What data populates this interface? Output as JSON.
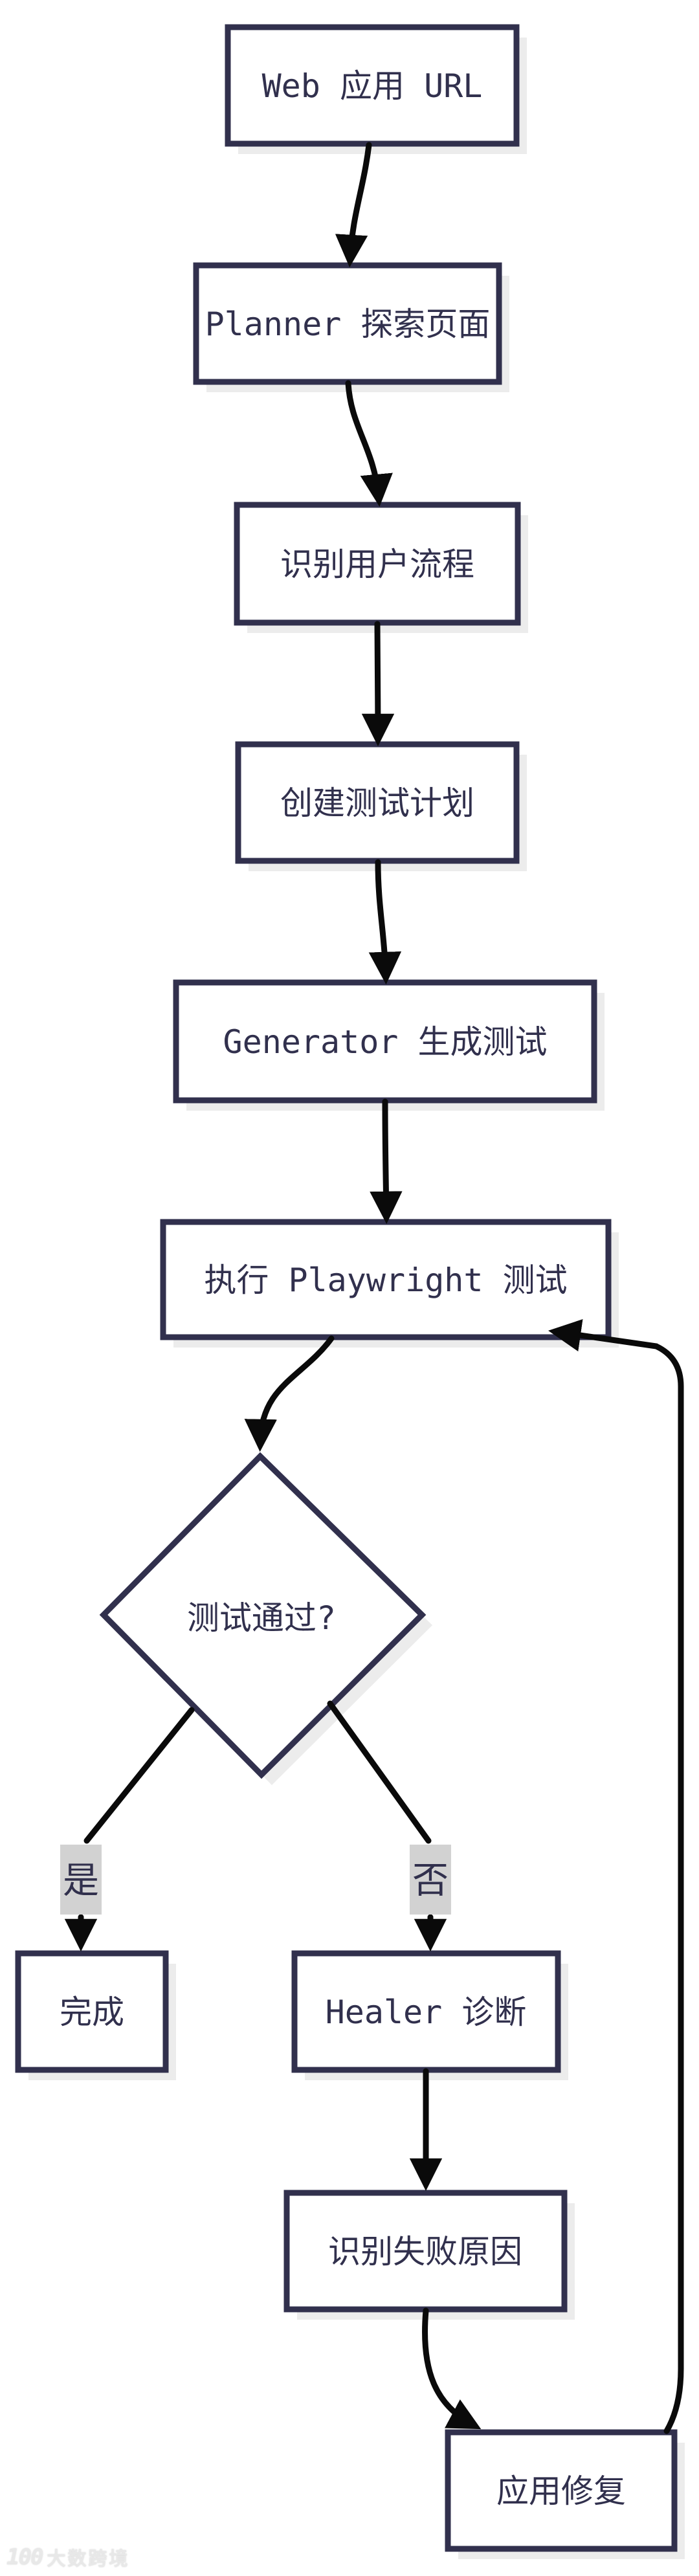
{
  "nodes": [
    {
      "id": "web-app-url",
      "type": "process",
      "label": "Web 应用 URL"
    },
    {
      "id": "planner-explore",
      "type": "process",
      "label": "Planner 探索页面"
    },
    {
      "id": "identify-flows",
      "type": "process",
      "label": "识别用户流程"
    },
    {
      "id": "create-test-plan",
      "type": "process",
      "label": "创建测试计划"
    },
    {
      "id": "generator-tests",
      "type": "process",
      "label": "Generator 生成测试"
    },
    {
      "id": "run-playwright",
      "type": "process",
      "label": "执行 Playwright 测试"
    },
    {
      "id": "tests-pass",
      "type": "decision",
      "label": "测试通过?"
    },
    {
      "id": "done",
      "type": "process",
      "label": "完成"
    },
    {
      "id": "healer-diagnose",
      "type": "process",
      "label": "Healer 诊断"
    },
    {
      "id": "identify-failure",
      "type": "process",
      "label": "识别失败原因"
    },
    {
      "id": "apply-fix",
      "type": "process",
      "label": "应用修复"
    }
  ],
  "edge_labels": {
    "yes": "是",
    "no": "否"
  },
  "colors": {
    "node_border": "#31304d",
    "node_fill": "#ffffff",
    "node_text": "#31304d",
    "connector": "#0a0a0a",
    "shadow": "#ececec",
    "edge_label_bg": "#d2d2d2",
    "watermark": "#e8e8e8"
  },
  "watermark": {
    "logo_text": "100",
    "brand": "大数跨境"
  }
}
